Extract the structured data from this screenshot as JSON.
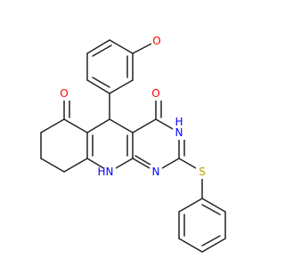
{
  "colors": {
    "background": "#ffffff",
    "bond": "#222222",
    "oxygen": "#ff0000",
    "nitrogen": "#0000ff",
    "sulfur": "#b8a000"
  },
  "atoms": {
    "o_methoxy": "O",
    "o_ketone": "O",
    "o_amide": "O",
    "n_amide": "N",
    "h_amide": "H",
    "n_pyrimidine": "N",
    "n_amine": "N",
    "h_amine": "H",
    "s_thioether": "S"
  }
}
